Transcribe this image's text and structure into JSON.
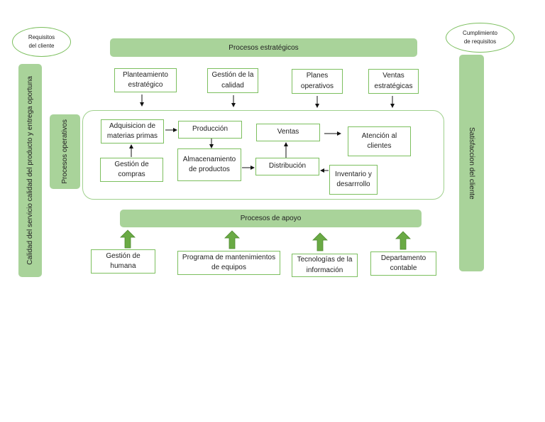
{
  "ellipses": {
    "left": "Requisitos del cliente",
    "right": "Cumplimiento de requisitos"
  },
  "side_bars": {
    "left": "Calidad del servicio calidad del producto y entrega oportuna",
    "right": "Satisfaccion del cliente"
  },
  "bars": {
    "strategic": "Procesos estratégicos",
    "operative": "Procesos operativos",
    "support": "Procesos de apoyo"
  },
  "strategic_boxes": [
    "Planteamiento estratégico",
    "Gestión de la calidad",
    "Planes operativos",
    "Ventas estratégicas"
  ],
  "operative_boxes": {
    "adquisicion": "Adquisicion de materias primas",
    "produccion": "Producción",
    "compras": "Gestión de compras",
    "almacenamiento": "Almacenamiento de productos",
    "ventas": "Ventas",
    "atencion": "Atención al clientes",
    "distribucion": "Distribución",
    "inventario": "Inventario y desarrrollo"
  },
  "support_boxes": [
    "Gestión de humana",
    "Programa de mantenimientos de equipos",
    "Tecnologías de la información",
    "Departamento contable"
  ],
  "colors": {
    "bar": "#a9d39a",
    "border": "#7cbf5e",
    "arrow": "#6aaa45"
  }
}
